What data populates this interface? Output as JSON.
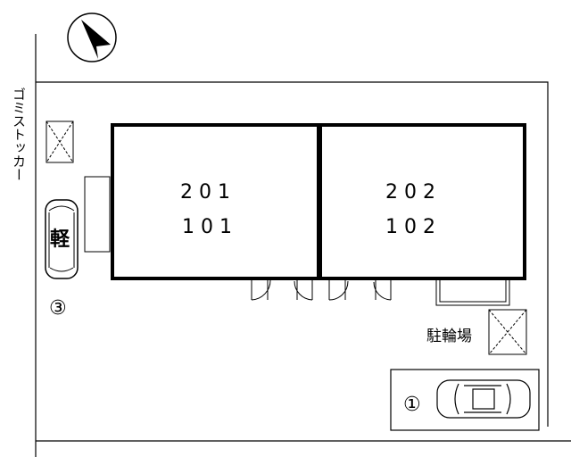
{
  "garbage_label": "ゴミストッカー",
  "units": {
    "left": {
      "upper": "201",
      "lower": "101"
    },
    "right": {
      "upper": "202",
      "lower": "102"
    }
  },
  "parking": [
    {
      "number": "③",
      "kind_mark": "軽"
    },
    {
      "number": "①"
    }
  ],
  "bicycle_label": "駐輪場",
  "icons": [
    "north-arrow-icon",
    "car-icon",
    "bicycle-parking-icon"
  ]
}
